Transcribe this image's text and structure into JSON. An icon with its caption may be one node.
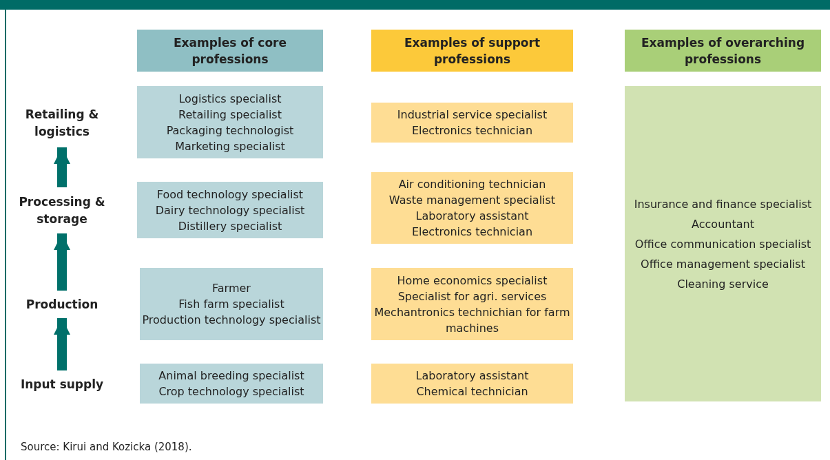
{
  "diagram": {
    "caption": "Source: Kirui and Kozicka (2018).",
    "nodes": [
      {
        "text": [
          "Retailing & logistics"
        ]
      },
      {
        "text": [
          "Processing & storage"
        ]
      },
      {
        "text": [
          "Production"
        ]
      },
      {
        "text": [
          "Input supply"
        ]
      },
      {
        "text": [
          "Examples of core professions"
        ]
      },
      {
        "text": [
          "Examples of support professions"
        ]
      },
      {
        "text": [
          "Examples of overarching professions"
        ]
      },
      {
        "text": [
          "Logistics specialist",
          "Retailing specialist",
          "Packaging technologist",
          "Marketing specialist"
        ]
      },
      {
        "text": [
          "Food technology specialist",
          "Dairy technology specialist",
          "Distillery specialist"
        ]
      },
      {
        "text": [
          "Farmer",
          "Fish farm specialist",
          "Production technology specialist"
        ]
      },
      {
        "text": [
          "Animal breeding specialist",
          "Crop technology specialist"
        ]
      },
      {
        "text": [
          "Industrial service specialist",
          "Electronics technician"
        ]
      },
      {
        "text": [
          "Air conditioning technician",
          "Waste management specialist",
          "Laboratory assistant",
          "Electronics technician"
        ]
      },
      {
        "text": [
          "Home economics specialist",
          "Specialist for agri. services",
          "Mechantronics technichian for farm machines"
        ]
      },
      {
        "text": [
          "Laboratory assistant",
          "Chemical technician"
        ]
      },
      {
        "text": [
          "Insurance and finance specialist",
          "Accountant",
          "Office communication specialist",
          "Office management specialist",
          "Cleaning service"
        ]
      }
    ],
    "edges": [
      {
        "from": 3,
        "to": 2,
        "arrow": "to"
      },
      {
        "from": 2,
        "to": 1,
        "arrow": "to"
      },
      {
        "from": 1,
        "to": 0,
        "arrow": "to"
      }
    ]
  }
}
